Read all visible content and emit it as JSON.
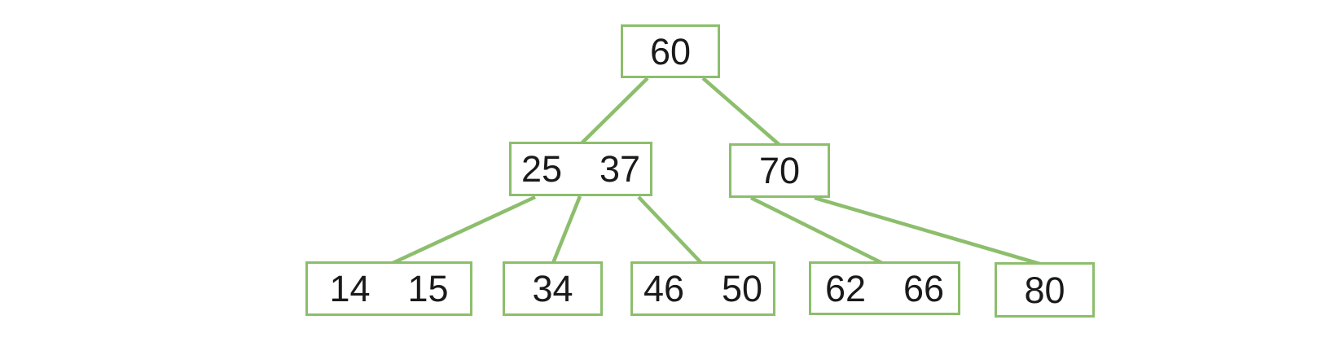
{
  "diagram": {
    "kind": "b-tree",
    "nodes": [
      {
        "id": "n60",
        "level": 0,
        "values": [
          "60"
        ]
      },
      {
        "id": "n25-37",
        "level": 1,
        "values": [
          "25",
          "37"
        ]
      },
      {
        "id": "n70",
        "level": 1,
        "values": [
          "70"
        ]
      },
      {
        "id": "n14-15",
        "level": 2,
        "values": [
          "14",
          "15"
        ]
      },
      {
        "id": "n34",
        "level": 2,
        "values": [
          "34"
        ]
      },
      {
        "id": "n46-50",
        "level": 2,
        "values": [
          "46",
          "50"
        ]
      },
      {
        "id": "n62-66",
        "level": 2,
        "values": [
          "62",
          "66"
        ]
      },
      {
        "id": "n80",
        "level": 2,
        "values": [
          "80"
        ]
      }
    ],
    "edges": [
      {
        "from": "n60",
        "to": "n25-37"
      },
      {
        "from": "n60",
        "to": "n70"
      },
      {
        "from": "n25-37",
        "to": "n14-15"
      },
      {
        "from": "n25-37",
        "to": "n34"
      },
      {
        "from": "n25-37",
        "to": "n46-50"
      },
      {
        "from": "n70",
        "to": "n62-66"
      },
      {
        "from": "n70",
        "to": "n80"
      }
    ],
    "colors": {
      "node_border": "#8CBE6C",
      "edge": "#8CBE6C",
      "text": "#1A1A1A",
      "background": "#FFFFFF"
    }
  }
}
